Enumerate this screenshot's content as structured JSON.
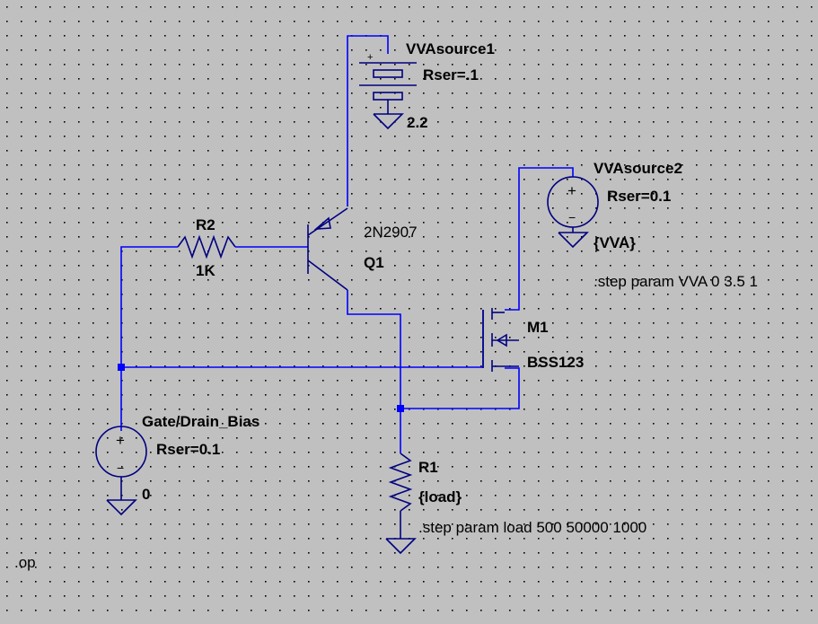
{
  "schematic": {
    "colors": {
      "background": "#c0c0c0",
      "wire": "#0000ff",
      "grid_dot": "#000000",
      "text": "#000000"
    },
    "vsource1": {
      "name": "VVAsource1",
      "attr": "Rser=.1",
      "value": "2.2",
      "type": "battery"
    },
    "vsource2": {
      "name": "VVAsource2",
      "attr": "Rser=0.1",
      "value": "{VVA}",
      "type": "voltage-source"
    },
    "vsource3": {
      "name": "Gate/Drain_Bias",
      "attr": "Rser=0.1",
      "value": "0",
      "type": "voltage-source"
    },
    "r2": {
      "name": "R2",
      "value": "1K"
    },
    "q1": {
      "model": "2N2907",
      "name": "Q1"
    },
    "m1": {
      "name": "M1",
      "model": "BSS123"
    },
    "r1": {
      "name": "R1",
      "value": "{load}"
    },
    "directives": {
      "step_vva": ".step param VVA 0 3.5 1",
      "step_load": ".step param load 500 50000 1000",
      "op": ".op"
    },
    "symbols": {
      "plus": "+",
      "minus": "−"
    }
  }
}
